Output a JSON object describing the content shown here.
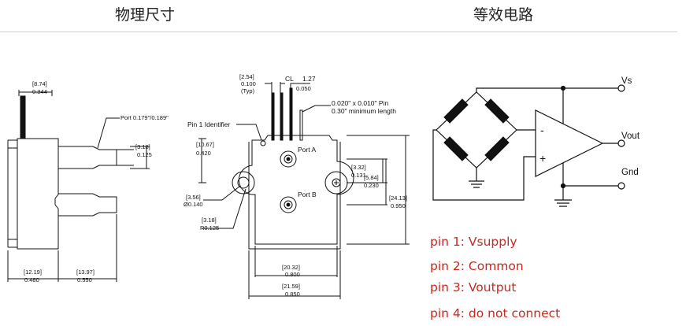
{
  "headings": {
    "left": "物理尺寸",
    "right": "等效电路"
  },
  "side_view": {
    "top_dim_mm": "[8.74]",
    "top_dim_in": "0.344",
    "port_label": "Port 0.179\"/0.189\"",
    "port_dim_mm": "[3.18]",
    "port_dim_in": "0.125",
    "bottom_left_mm": "[12.19]",
    "bottom_left_in": "0.480",
    "bottom_right_mm": "[13.97]",
    "bottom_right_in": "0.550"
  },
  "front_view": {
    "pitch_mm": "[2.54]",
    "pitch_in": "0.100",
    "pitch_note": "(Typ)",
    "cl_label": "CL",
    "cl_mm": "1.27",
    "cl_in": "0.050",
    "pin_note_1": "0.020\" x 0.010\" Pin",
    "pin_note_2": "0.30\" minimum length",
    "pin1_identifier": "Pin 1 Identifier",
    "left_dim_mm": "[10.67]",
    "left_dim_in": "0.420",
    "port_a": "Port A",
    "port_b": "Port B",
    "hole_dim_mm": "[3.56]",
    "hole_dim_in": "Ø0.140",
    "r_dim_mm": "[3.18]",
    "r_dim_in": "R0.125",
    "right_dim1_mm": "[3.32]",
    "right_dim1_in": "0.131",
    "right_dim2_mm": "[5.84]",
    "right_dim2_in": "0.230",
    "right_dim3_mm": "[24.13]",
    "right_dim3_in": "0.950",
    "w1_mm": "[20.32]",
    "w1_in": "0.800",
    "w2_mm": "[21.59]",
    "w2_in": "0.850"
  },
  "circuit": {
    "vs": "Vs",
    "vout": "Vout",
    "gnd": "Gnd",
    "minus": "-",
    "plus": "+"
  },
  "pin_list": [
    "pin 1: Vsupply",
    "pin 2: Common",
    "pin 3: Voutput",
    "pin 4: do not connect"
  ]
}
